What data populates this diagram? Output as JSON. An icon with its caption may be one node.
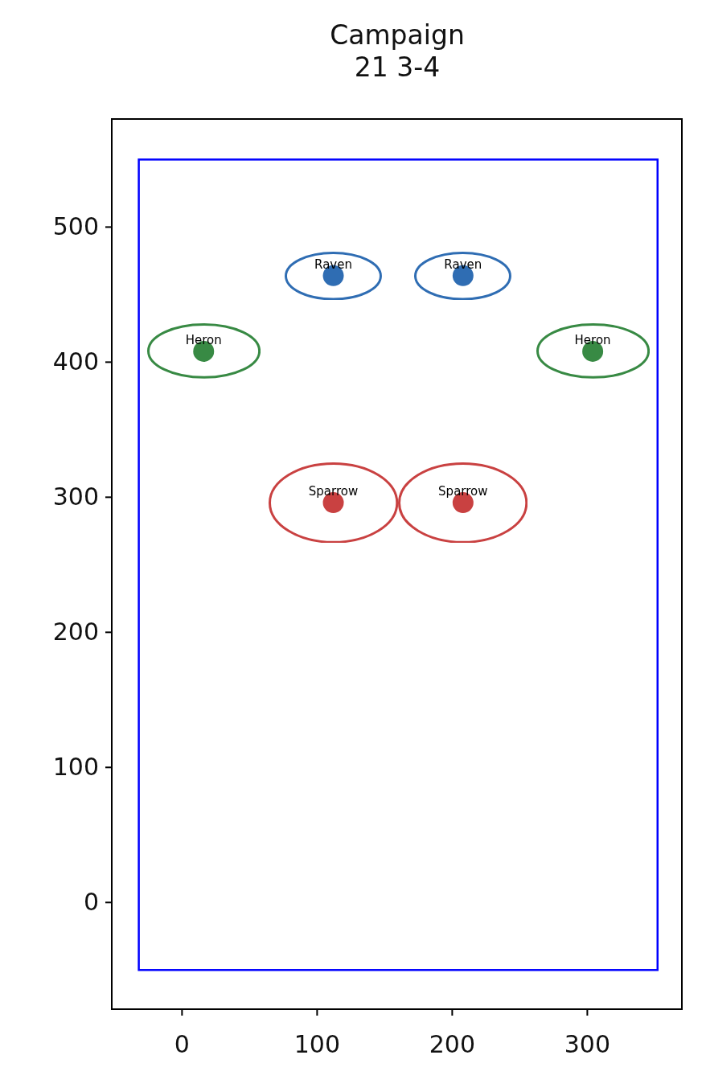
{
  "diagram": {
    "title": "Campaign 21 3-4",
    "nodes": [
      {
        "text": [
          "Raven"
        ]
      },
      {
        "text": [
          "Raven"
        ]
      },
      {
        "text": [
          "Heron"
        ]
      },
      {
        "text": [
          "Heron"
        ]
      },
      {
        "text": [
          "Sparrow"
        ]
      },
      {
        "text": [
          "Sparrow"
        ]
      }
    ],
    "chart_data": {
      "type": "scatter",
      "xlim": [
        -52,
        370
      ],
      "ylim": [
        -79,
        580
      ],
      "xticks": [
        0,
        100,
        200,
        300
      ],
      "yticks": [
        0,
        100,
        200,
        300,
        400,
        500
      ],
      "series": [
        {
          "color": "#2f6db3",
          "x": [
            112,
            208
          ],
          "values": [
            464,
            464
          ]
        },
        {
          "color": "#388a44",
          "x": [
            16,
            304
          ],
          "values": [
            408,
            408
          ]
        },
        {
          "color": "#c94141",
          "x": [
            112,
            208
          ],
          "values": [
            296,
            296
          ]
        }
      ]
    }
  }
}
